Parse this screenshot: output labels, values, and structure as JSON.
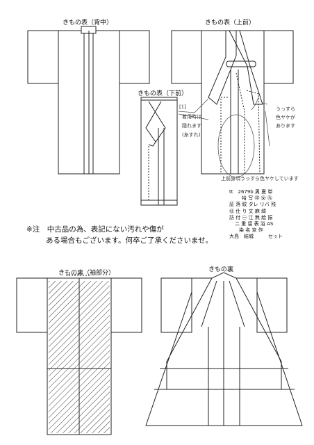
{
  "titles": {
    "back": "きもの表（背中）",
    "front_upper": "きもの表（上前）",
    "front_lower": "きもの表（下前）",
    "lining_sleeve": "きもの裏（袖部分）",
    "lining": "きもの裏"
  },
  "notice": {
    "line1": "※注　中古品の為、表記にない汚れや傷が",
    "line2": "ある場合もございます。何卒ご了承くださいませ。"
  },
  "handwritten": {
    "marker": "[1]",
    "sewing_1": "着用時は",
    "sewing_2": "隠れます",
    "sewing_3": "(糸すれ)",
    "stain_1": "うっすら",
    "stain_2": "色ヤケが",
    "stain_3": "あります",
    "bottom": "上前身頃うっすら色ヤケしています"
  },
  "spec": {
    "row1": "tt　2679b 男 夏 単",
    "row2": "袷 写 ㊞ ㊛ ㊈",
    "row3": "証 落 紋 タレ リバ 残",
    "row4": "㊓ 仕 り 文 麻 緯",
    "row5": "訪 付 ㊀ 江 無 絵 振",
    "row6": "二 重 留 表 浴 AS",
    "row7": "染 名 京 作",
    "row8": "大島　結城　　　セット"
  },
  "colors": {
    "line": "#222222",
    "hand": "#555555"
  }
}
